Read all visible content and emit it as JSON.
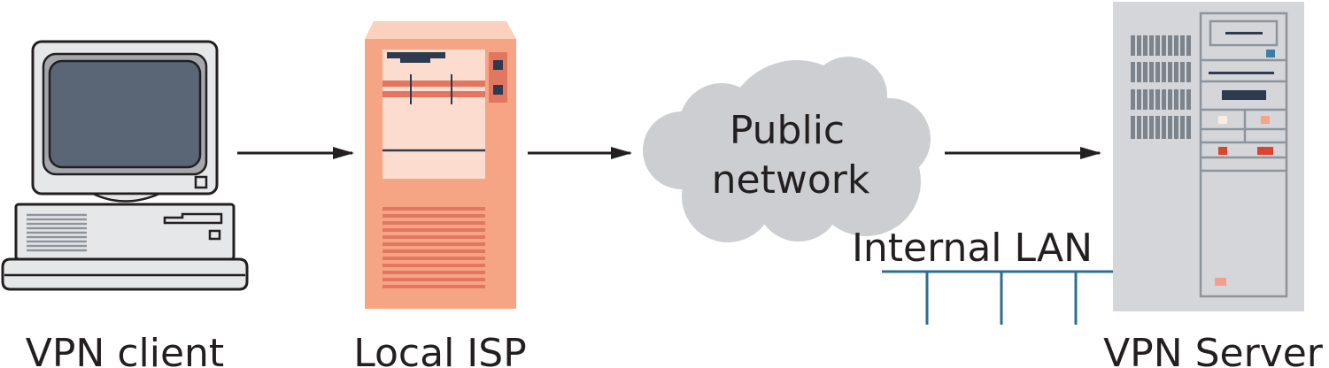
{
  "labels": {
    "vpn_client": "VPN client",
    "local_isp": "Local ISP",
    "public_network": [
      "Public",
      "network"
    ],
    "internal_lan": "Internal LAN",
    "vpn_server": "VPN Server"
  },
  "colors": {
    "text": "#231f20",
    "arrow": "#231f20",
    "lan_line": "#2c6e8f",
    "cloud": "#ccced1",
    "isp_body": "#f6a584",
    "isp_panel": "#fcdccf",
    "isp_stripe": "#e27660",
    "isp_dark": "#2e3a4e",
    "server_body": "#d4d6d9",
    "server_line": "#8e949c",
    "server_vent": "#7c838b",
    "monitor_screen": "#5a6575",
    "pc_body": "#e6e7e8",
    "pc_outline": "#231f20"
  },
  "icons": {
    "client": "desktop-computer-icon",
    "isp": "tower-server-icon",
    "network": "cloud-icon",
    "server": "rack-server-icon"
  }
}
